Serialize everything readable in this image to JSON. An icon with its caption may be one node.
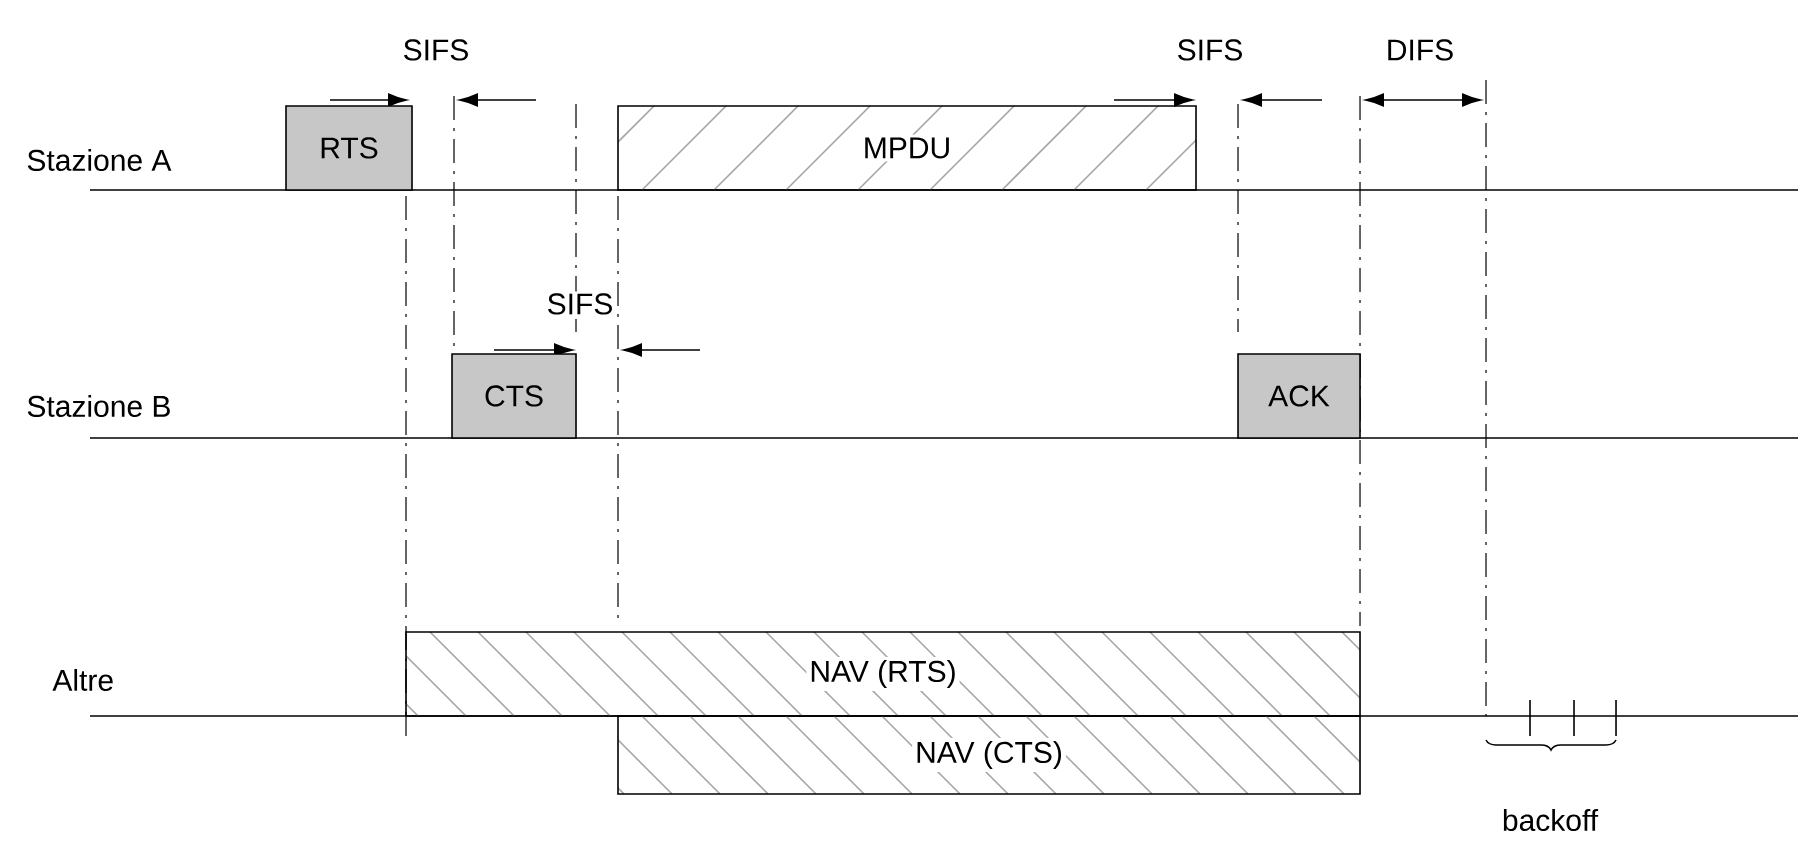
{
  "diagram": {
    "nodes": [
      {
        "text": [
          "RTS"
        ]
      },
      {
        "text": [
          "MPDU"
        ]
      },
      {
        "text": [
          "CTS"
        ]
      },
      {
        "text": [
          "ACK"
        ]
      },
      {
        "text": [
          "NAV (RTS)"
        ]
      },
      {
        "text": [
          "NAV (CTS)"
        ]
      }
    ],
    "labels": [
      "SIFS",
      "SIFS",
      "DIFS",
      "Stazione A",
      "SIFS",
      "Stazione B",
      "Altre",
      "backoff"
    ]
  }
}
